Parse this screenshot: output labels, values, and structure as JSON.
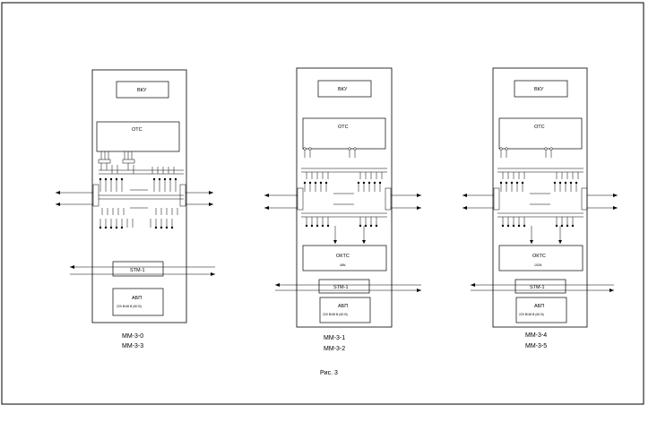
{
  "units": [
    {
      "control": "ВКУ",
      "switch": "ОТС",
      "bus": "STM-1",
      "power": "АБП",
      "power_spec": "220 В/48 В (60 В)",
      "models": [
        "ММ-3-0",
        "ММ-3-3"
      ],
      "optical_switch": "",
      "optical_switch_detail": ""
    },
    {
      "control": "ВКУ",
      "switch": "ОТС",
      "bus": "STM-1",
      "power": "АБП",
      "power_spec": "220 В/48 В (60 В)",
      "models": [
        "ММ-3-1",
        "ММ-3-2"
      ],
      "optical_switch": "ОКТС",
      "optical_switch_detail": "48N"
    },
    {
      "control": "ВКУ",
      "switch": "ОТС",
      "bus": "STM-1",
      "power": "АБП",
      "power_spec": "220 В/48 В (60 В)",
      "models": [
        "ММ-3-4",
        "ММ-3-5"
      ],
      "optical_switch": "ОКТС",
      "optical_switch_detail": "192N"
    }
  ],
  "figure_caption": "Рис. 3",
  "colors": {
    "line": "#000000",
    "background": "#ffffff"
  }
}
